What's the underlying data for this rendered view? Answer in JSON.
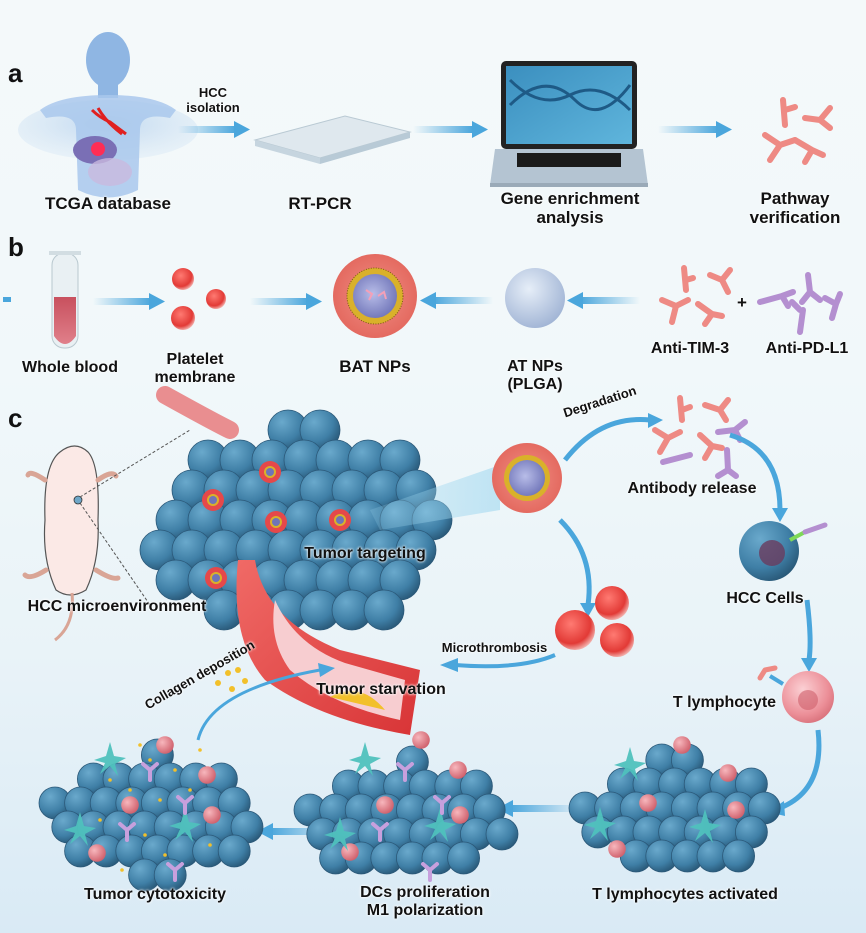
{
  "figure": {
    "panels": {
      "a": "a",
      "b": "b",
      "c": "c"
    },
    "panel_a": {
      "steps": [
        {
          "label": "TCGA database"
        },
        {
          "label": "RT-PCR"
        },
        {
          "label_line1": "Gene enrichment",
          "label_line2": "analysis"
        },
        {
          "label_line1": "Pathway",
          "label_line2": "verification"
        }
      ],
      "arrow_label_line1": "HCC",
      "arrow_label_line2": "isolation"
    },
    "panel_b": {
      "whole_blood": "Whole blood",
      "platelet_line1": "Platelet",
      "platelet_line2": "membrane",
      "bat_nps": "BAT NPs",
      "at_nps_line1": "AT NPs",
      "at_nps_line2": "(PLGA)",
      "anti_tim3": "Anti-TIM-3",
      "plus": "+",
      "anti_pdl1": "Anti-PD-L1"
    },
    "panel_c": {
      "hcc_microenvironment": "HCC microenvironment",
      "tumor_targeting": "Tumor targeting",
      "degradation": "Degradation",
      "antibody_release": "Antibody release",
      "hcc_cells": "HCC Cells",
      "t_lymphocyte": "T lymphocyte",
      "microthrombosis": "Microthrombosis",
      "tumor_starvation": "Tumor starvation",
      "collagen_deposition": "Collagen deposition",
      "t_lymphocytes_activated": "T lymphocytes activated",
      "dcs_line1": "DCs proliferation",
      "dcs_line2": "M1 polarization",
      "tumor_cytotoxicity": "Tumor cytotoxicity"
    },
    "colors": {
      "arrow": "#4aa6dc",
      "tumor_cell": "#3f7fa6",
      "platelet": "#e8413e",
      "antibody_tim3": "#ee8a84",
      "antibody_pdl1": "#b48fd0",
      "t_cell": "#e7868e",
      "dendritic_cell": "#4fc1bd",
      "vessel": "#e5484a",
      "collagen": "#f2c02a"
    }
  }
}
